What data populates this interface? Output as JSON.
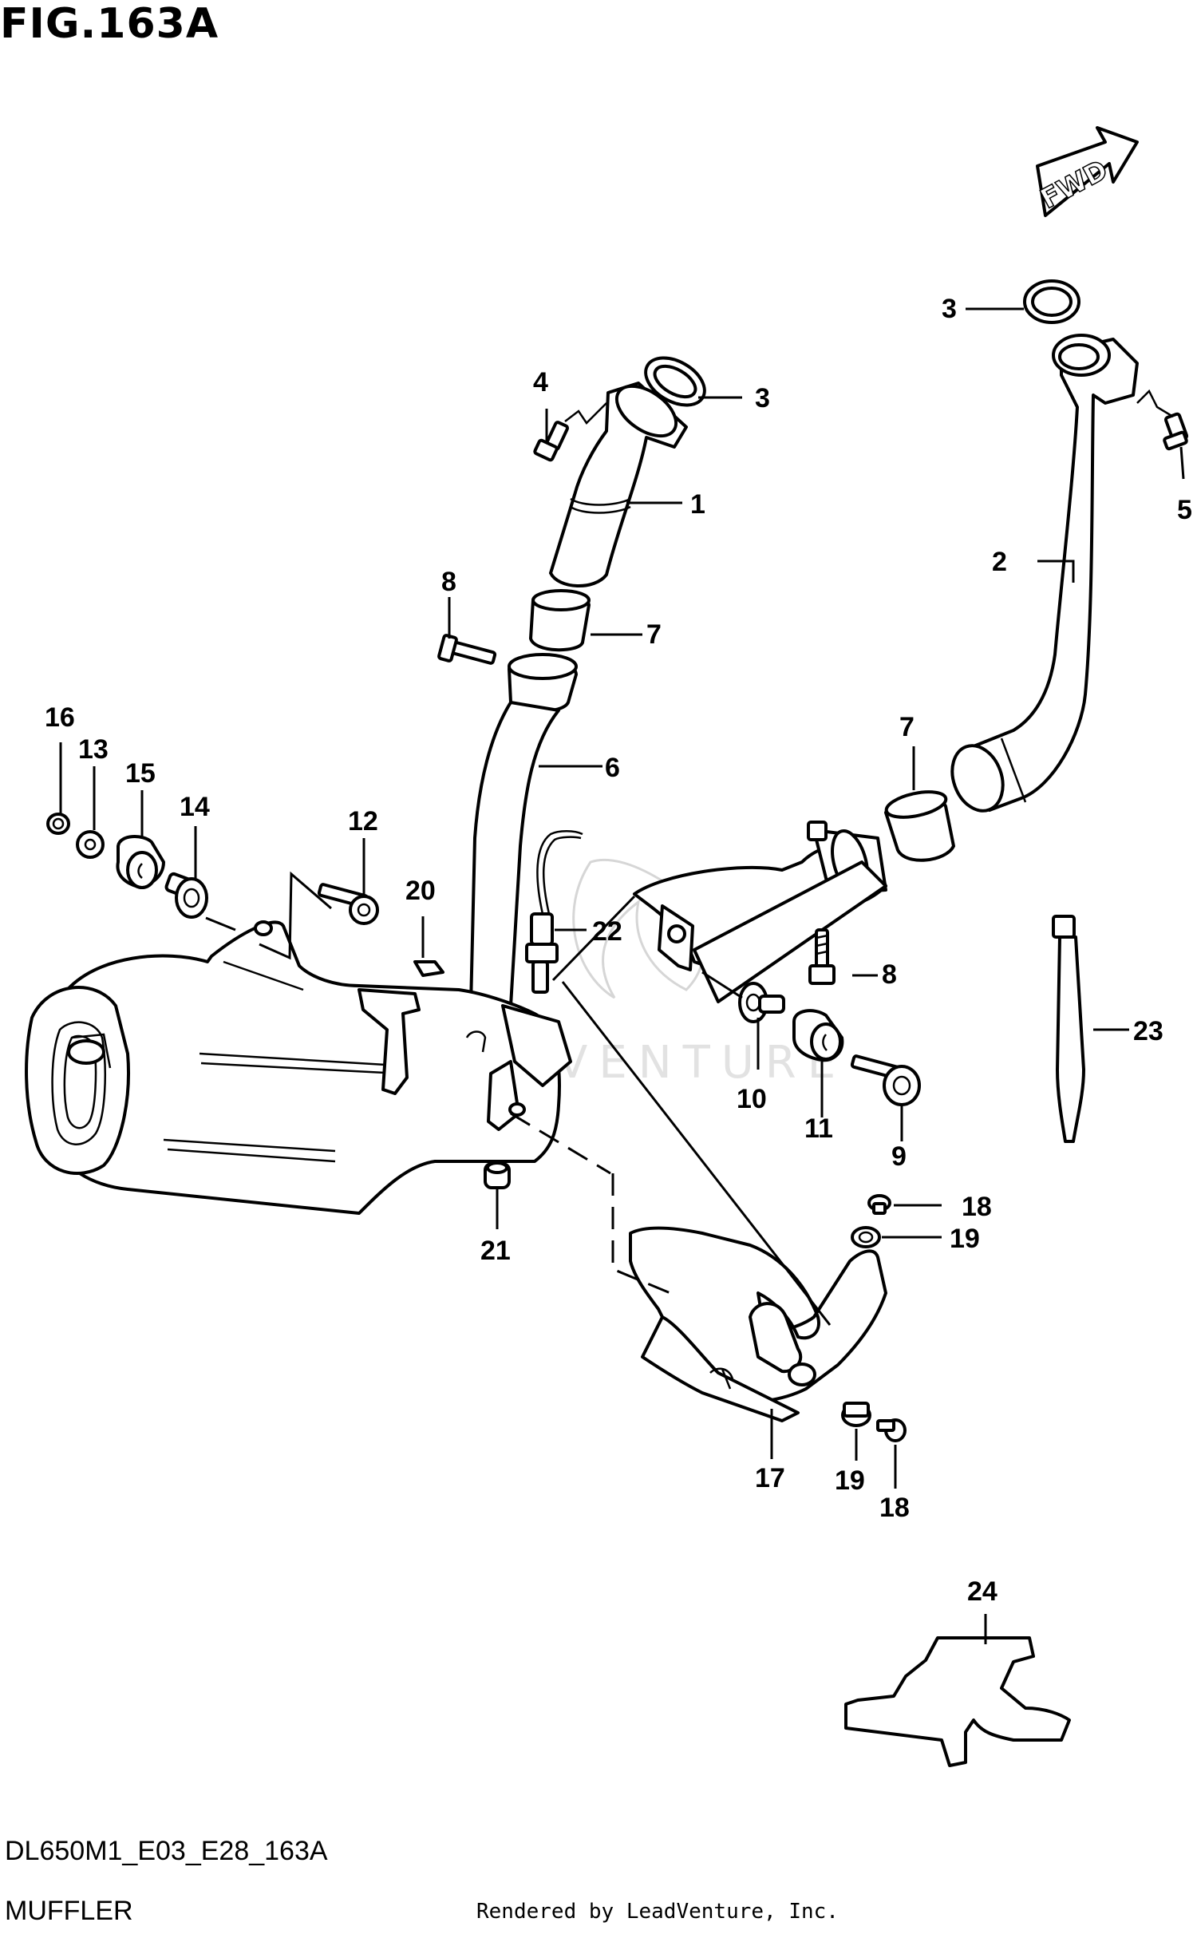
{
  "figure": {
    "title": "FIG.163A",
    "code": "DL650M1_E03_E28_163A",
    "name": "MUFFLER",
    "rendered_by": "Rendered by LeadVenture, Inc.",
    "watermark": "LEADVENTURE",
    "direction_arrow": "FWD"
  },
  "callouts": [
    "1",
    "2",
    "3",
    "3",
    "4",
    "5",
    "6",
    "7",
    "7",
    "8",
    "8",
    "9",
    "10",
    "11",
    "12",
    "13",
    "14",
    "15",
    "16",
    "17",
    "18",
    "18",
    "19",
    "19",
    "20",
    "21",
    "22",
    "23",
    "24"
  ]
}
